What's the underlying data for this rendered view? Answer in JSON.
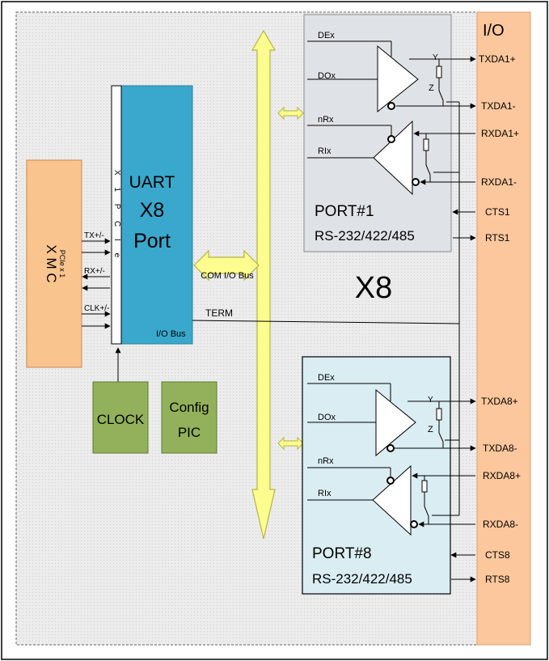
{
  "io_label": "I/O",
  "board_label": "X8",
  "xmc": {
    "title": "X M C",
    "subtitle": "PCIe x 1"
  },
  "xmc_signals": [
    "TX+/-",
    "RX+/-",
    "CLK+/-"
  ],
  "pcie_bus_label": "X 1 P C I e",
  "uart": {
    "line1": "UART",
    "line2": "X8",
    "line3": "Port",
    "io_bus": "I/O  Bus"
  },
  "com_bus_label": "COM I/O  Bus",
  "term_label": "TERM",
  "clock_label": "CLOCK",
  "config": {
    "line1": "Config",
    "line2": "PIC"
  },
  "ports": [
    {
      "name": "PORT#1",
      "standard": "RS-232/422/485",
      "inputs": {
        "de": "DEx",
        "do": "DOx",
        "nrx": "nRx",
        "ri": "RIx"
      },
      "y_label": "Y",
      "z_label": "Z",
      "signals": [
        "TXDA1+",
        "TXDA1-",
        "RXDA1+",
        "RXDA1-",
        "CTS1",
        "RTS1"
      ]
    },
    {
      "name": "PORT#8",
      "standard": "RS-232/422/485",
      "inputs": {
        "de": "DEx",
        "do": "DOx",
        "nrx": "nRx",
        "ri": "RIx"
      },
      "y_label": "Y",
      "z_label": "Z",
      "signals": [
        "TXDA8+",
        "TXDA8-",
        "RXDA8+",
        "RXDA8-",
        "CTS8",
        "RTS8"
      ]
    }
  ],
  "colors": {
    "io_strip": "#fcc79c",
    "xmc": "#fac48f",
    "uart": "#3aa8cc",
    "bus_arrow": "#fdfd8f",
    "clock_box": "#93b15a",
    "port1_bg": "#dfe3e7",
    "port8_bg": "#daedf3",
    "board_bg": "#e9e9e9"
  }
}
